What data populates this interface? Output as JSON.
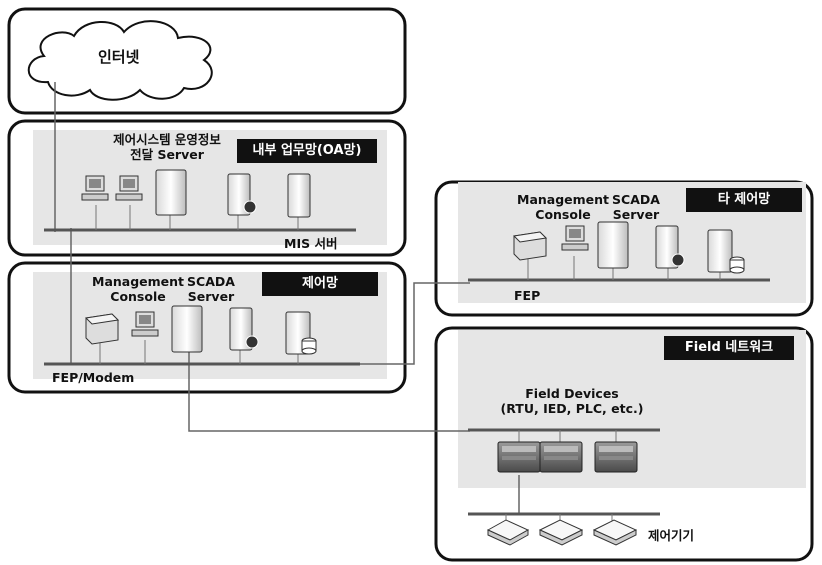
{
  "internet": {
    "label": "인터넷"
  },
  "oa_network": {
    "tag": "내부 업무망(OA망)",
    "server_label_line1": "제어시스템 운영정보",
    "server_label_line2": "전달 Server",
    "bus_label": "MIS 서버"
  },
  "control_network": {
    "tag": "제어망",
    "console_label_line1": "Management",
    "console_label_line2": "Console",
    "scada_label_line1": "SCADA",
    "scada_label_line2": "Server",
    "bus_label": "FEP/Modem"
  },
  "other_network": {
    "tag": "타 제어망",
    "console_label_line1": "Management",
    "console_label_line2": "Console",
    "scada_label_line1": "SCADA",
    "scada_label_line2": "Server",
    "bus_label": "FEP"
  },
  "field_network": {
    "tag": "Field 네트워크",
    "devices_label_line1": "Field Devices",
    "devices_label_line2": "(RTU, IED, PLC, etc.)",
    "controller_label": "제어기기"
  }
}
